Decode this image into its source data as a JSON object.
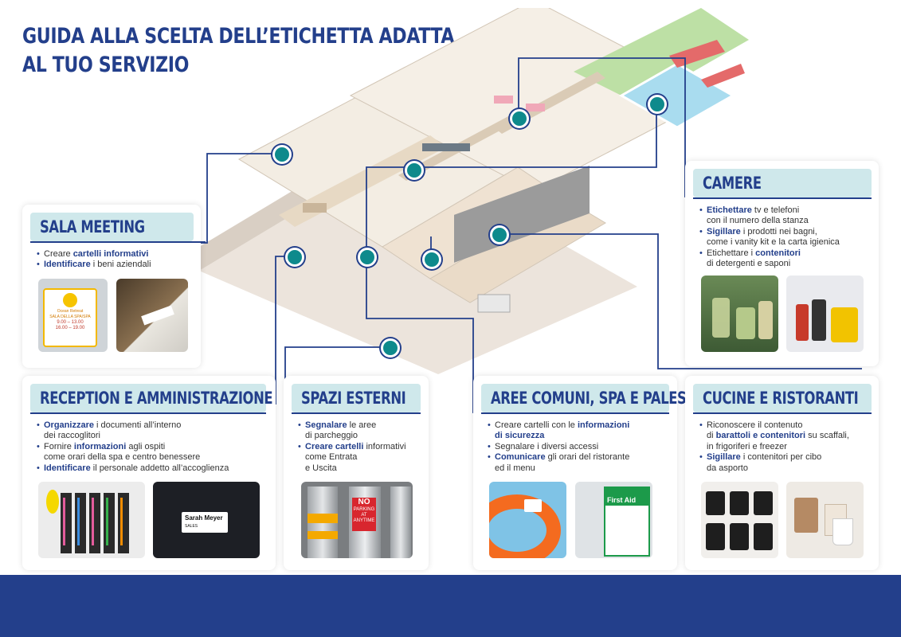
{
  "title": {
    "line1": "GUIDA ALLA SCELTA DELL’ETICHETTA ADATTA",
    "line2": "AL TUO SERVIZIO"
  },
  "colors": {
    "navy": "#233f8b",
    "teal": "#0e8a8c",
    "header_bg": "#cfe8eb"
  },
  "sections": {
    "sala_meeting": {
      "title": "SALA MEETING",
      "items": [
        [
          {
            "t": "Creare "
          },
          {
            "b": "cartelli informativi"
          }
        ],
        [
          {
            "b": "Identificare"
          },
          {
            "t": " i beni aziendali"
          }
        ]
      ]
    },
    "camere": {
      "title": "CAMERE",
      "items": [
        [
          {
            "b": "Etichettare"
          },
          {
            "t": " tv e telefoni"
          },
          {
            "br": 1
          },
          {
            "t": "con il numero della stanza"
          }
        ],
        [
          {
            "b": "Sigillare"
          },
          {
            "t": " i prodotti nei bagni,"
          },
          {
            "br": 1
          },
          {
            "t": "come i vanity kit e la carta igienica"
          }
        ],
        [
          {
            "t": "Etichettare i "
          },
          {
            "b": "contenitori"
          },
          {
            "br": 1
          },
          {
            "t": "di detergenti e saponi"
          }
        ]
      ]
    },
    "reception": {
      "title": "RECEPTION E AMMINISTRAZIONE",
      "items": [
        [
          {
            "b": "Organizzare"
          },
          {
            "t": " i documenti all’interno"
          },
          {
            "br": 1
          },
          {
            "t": "dei raccoglitori"
          }
        ],
        [
          {
            "t": "Fornire "
          },
          {
            "b": "informazioni"
          },
          {
            "t": " agli ospiti"
          },
          {
            "br": 1
          },
          {
            "t": "come orari della spa e centro benessere"
          }
        ],
        [
          {
            "b": "Identificare"
          },
          {
            "t": " il personale addetto all’accoglienza"
          }
        ]
      ]
    },
    "spazi_esterni": {
      "title": "SPAZI ESTERNI",
      "items": [
        [
          {
            "b": "Segnalare"
          },
          {
            "t": " le aree"
          },
          {
            "br": 1
          },
          {
            "t": "di parcheggio"
          }
        ],
        [
          {
            "b": "Creare cartelli"
          },
          {
            "t": " informativi"
          },
          {
            "br": 1
          },
          {
            "t": "come Entrata"
          },
          {
            "br": 1
          },
          {
            "t": "e Uscita"
          }
        ]
      ]
    },
    "aree_comuni": {
      "title": "AREE COMUNI, SPA E PALESTRE",
      "items": [
        [
          {
            "t": "Creare cartelli con le "
          },
          {
            "b": "informazioni"
          },
          {
            "br": 1
          },
          {
            "b": "di sicurezza"
          }
        ],
        [
          {
            "t": "Segnalare i diversi accessi"
          }
        ],
        [
          {
            "b": "Comunicare"
          },
          {
            "t": " gli orari del ristorante"
          },
          {
            "br": 1
          },
          {
            "t": "ed il menu"
          }
        ]
      ]
    },
    "cucine": {
      "title": "CUCINE E RISTORANTI",
      "items": [
        [
          {
            "t": "Riconoscere il contenuto"
          },
          {
            "br": 1
          },
          {
            "t": "di "
          },
          {
            "b": "barattoli e contenitori"
          },
          {
            "t": " su scaffali,"
          },
          {
            "br": 1
          },
          {
            "t": "in frigoriferi e freezer"
          }
        ],
        [
          {
            "b": "Sigillare"
          },
          {
            "t": " i contenitori per cibo"
          },
          {
            "br": 1
          },
          {
            "t": "da asporto"
          }
        ]
      ]
    }
  },
  "photo_text": {
    "sign_name": "Ocean Retreat",
    "sign_l1": "SALA DELLA SPA/SPA",
    "sign_l2": "9.00 – 13.00",
    "sign_l3": "16.00 – 19.00",
    "badge_name": "Sarah Meyer",
    "badge_role": "SALES",
    "no_parking_1": "NO",
    "no_parking_2": "PARKING",
    "no_parking_3": "AT",
    "no_parking_4": "ANYTIME",
    "first_aid": "First Aid"
  }
}
